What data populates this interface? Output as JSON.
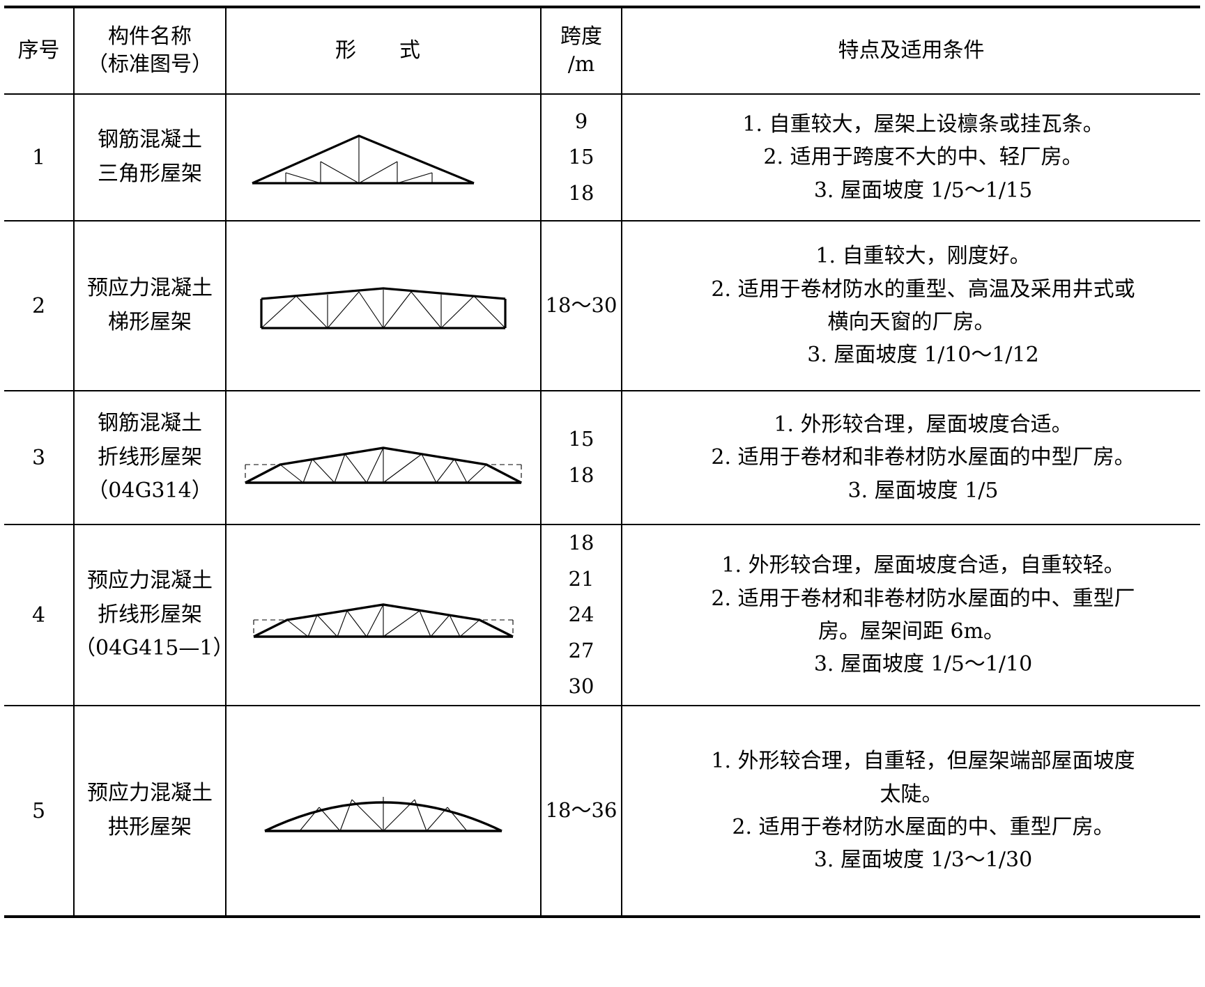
{
  "table": {
    "headers": {
      "no": "序号",
      "name_line1": "构件名称",
      "name_line2": "（标准图号）",
      "form": "形　式",
      "span_line1": "跨度",
      "span_line2": "/m",
      "desc": "特点及适用条件"
    },
    "rows": [
      {
        "no": "1",
        "name_lines": [
          "钢筋混凝土",
          "三角形屋架"
        ],
        "diagram": "triangular-truss",
        "spans": [
          "9",
          "15",
          "18"
        ],
        "desc_lines": [
          "1. 自重较大，屋架上设檩条或挂瓦条。",
          "2. 适用于跨度不大的中、轻厂房。",
          "3. 屋面坡度 1/5～1/15"
        ]
      },
      {
        "no": "2",
        "name_lines": [
          "预应力混凝土",
          "梯形屋架"
        ],
        "diagram": "trapezoidal-truss",
        "spans": [
          "18～30"
        ],
        "desc_lines": [
          "1. 自重较大，刚度好。",
          "2. 适用于卷材防水的重型、高温及采用井式或",
          "横向天窗的厂房。",
          "3. 屋面坡度 1/10～1/12"
        ],
        "desc_continuation": [
          false,
          false,
          true,
          false
        ]
      },
      {
        "no": "3",
        "name_lines": [
          "钢筋混凝土",
          "折线形屋架",
          "（04G314）"
        ],
        "diagram": "polyline-truss",
        "spans": [
          "15",
          "18"
        ],
        "desc_lines": [
          "1. 外形较合理，屋面坡度合适。",
          "2. 适用于卷材和非卷材防水屋面的中型厂房。",
          "3. 屋面坡度 1/5"
        ]
      },
      {
        "no": "4",
        "name_lines": [
          "预应力混凝土",
          "折线形屋架",
          "（04G415—1）"
        ],
        "diagram": "polyline-truss-prestressed",
        "spans": [
          "18",
          "21",
          "24",
          "27",
          "30"
        ],
        "desc_lines": [
          "1. 外形较合理，屋面坡度合适，自重较轻。",
          "2. 适用于卷材和非卷材防水屋面的中、重型厂",
          "房。屋架间距 6m。",
          "3. 屋面坡度 1/5～1/10"
        ],
        "desc_continuation": [
          false,
          false,
          true,
          false
        ]
      },
      {
        "no": "5",
        "name_lines": [
          "预应力混凝土",
          "拱形屋架"
        ],
        "diagram": "arched-truss",
        "spans": [
          "18～36"
        ],
        "desc_lines": [
          "1. 外形较合理，自重轻，但屋架端部屋面坡度",
          "太陡。",
          "2. 适用于卷材防水屋面的中、重型厂房。",
          "3. 屋面坡度 1/3～1/30"
        ],
        "desc_continuation": [
          false,
          true,
          false,
          false
        ]
      }
    ]
  },
  "colors": {
    "line": "#000000",
    "background": "#ffffff"
  }
}
